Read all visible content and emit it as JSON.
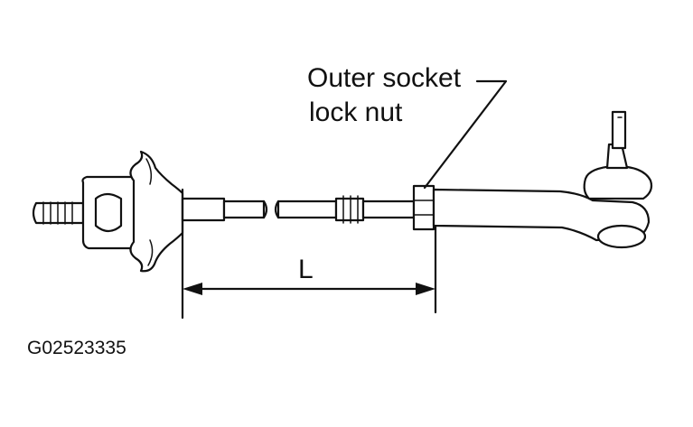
{
  "annotation": {
    "line1": "Outer socket",
    "line2": "lock nut"
  },
  "dimension": {
    "label": "L"
  },
  "figure_code": "G02523335"
}
